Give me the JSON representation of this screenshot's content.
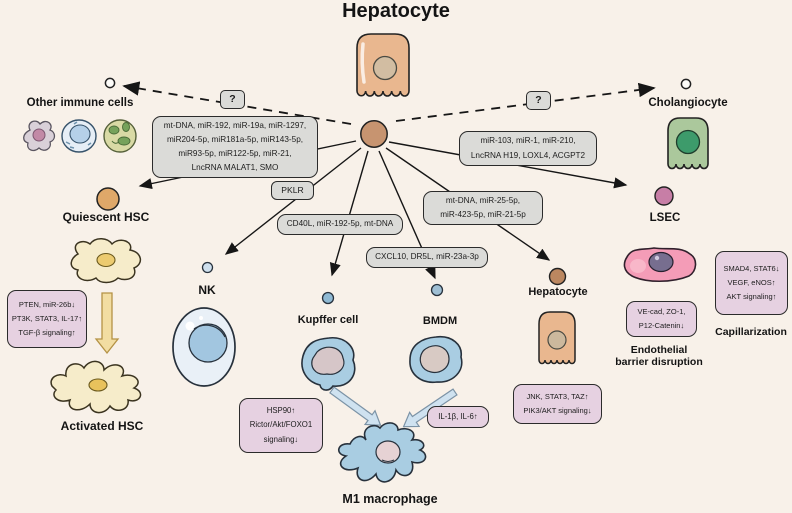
{
  "title": "Hepatocyte",
  "palette": {
    "background": "#f8f1e9",
    "box_gray": "#dbdbd8",
    "box_pink": "#e6d1e1",
    "outline": "#2b2b2b",
    "hepatocyte_tan": "#e9b78f",
    "hsc_yellow": "#f6ecca",
    "immune_blue": "#a9cde2",
    "nk_light_blue": "#e9f0f7",
    "cholangiocyte_green": "#abc89c",
    "lsec_pink": "#f49cb7",
    "exosome_brown": "#c79470",
    "arrow_black": "#161616",
    "macrophage_arrow_blue": "#cfe2f0"
  },
  "mediator_boxes": {
    "immune": [
      "mt-DNA, miR-192, miR-19a, miR-1297,",
      "miR204-5p, miR181a-5p, miR143-5p,",
      "miR93-5p, miR122-5p, miR-21,",
      "LncRNA MALAT1, SMO"
    ],
    "pklr": "PKLR",
    "kupffer": "CD40L, miR-192-5p, mt-DNA",
    "bmdm": "CXCL10, DR5L, miR-23a-3p",
    "lsec": [
      "miR-103, miR-1, miR-210,",
      "LncRNA H19, LOXL4, ACGPT2"
    ],
    "hepatocyte": [
      "mt-DNA, miR-25-5p,",
      "miR-423-5p, miR-21-5p"
    ],
    "unknown_left": "?",
    "unknown_right": "?"
  },
  "effect_boxes": {
    "hsc": [
      "PTEN, miR-26b↓",
      "PT3K, STAT3, IL-17↑",
      "TGF-β signaling↑"
    ],
    "macrophage": [
      "HSP90↑",
      "Rictor/Akt/FOXO1",
      "signaling↓"
    ],
    "m1": "IL-1β, IL-6↑",
    "hepatocyte": [
      "JNK, STAT3, TAZ↑",
      "PIK3/AKT signaling↓"
    ],
    "endothelial": [
      "VE-cad, ZO-1,",
      "P12-Catenin↓"
    ],
    "capillarization": [
      "SMAD4, STAT6↓",
      "VEGF, eNOS↑",
      "AKT signaling↑"
    ]
  },
  "cell_labels": {
    "other_immune_cells": "Other immune cells",
    "quiescent_hsc": "Quiescent HSC",
    "activated_hsc": "Activated HSC",
    "nk": "NK",
    "kupffer_cell": "Kupffer cell",
    "bmdm": "BMDM",
    "m1_macrophage": "M1 macrophage",
    "hepatocyte_target": "Hepatocyte",
    "cholangiocyte": "Cholangiocyte",
    "lsec": "LSEC",
    "endothelial_line1": "Endothelial",
    "endothelial_line2": "barrier disruption",
    "capillarization": "Capillarization"
  }
}
